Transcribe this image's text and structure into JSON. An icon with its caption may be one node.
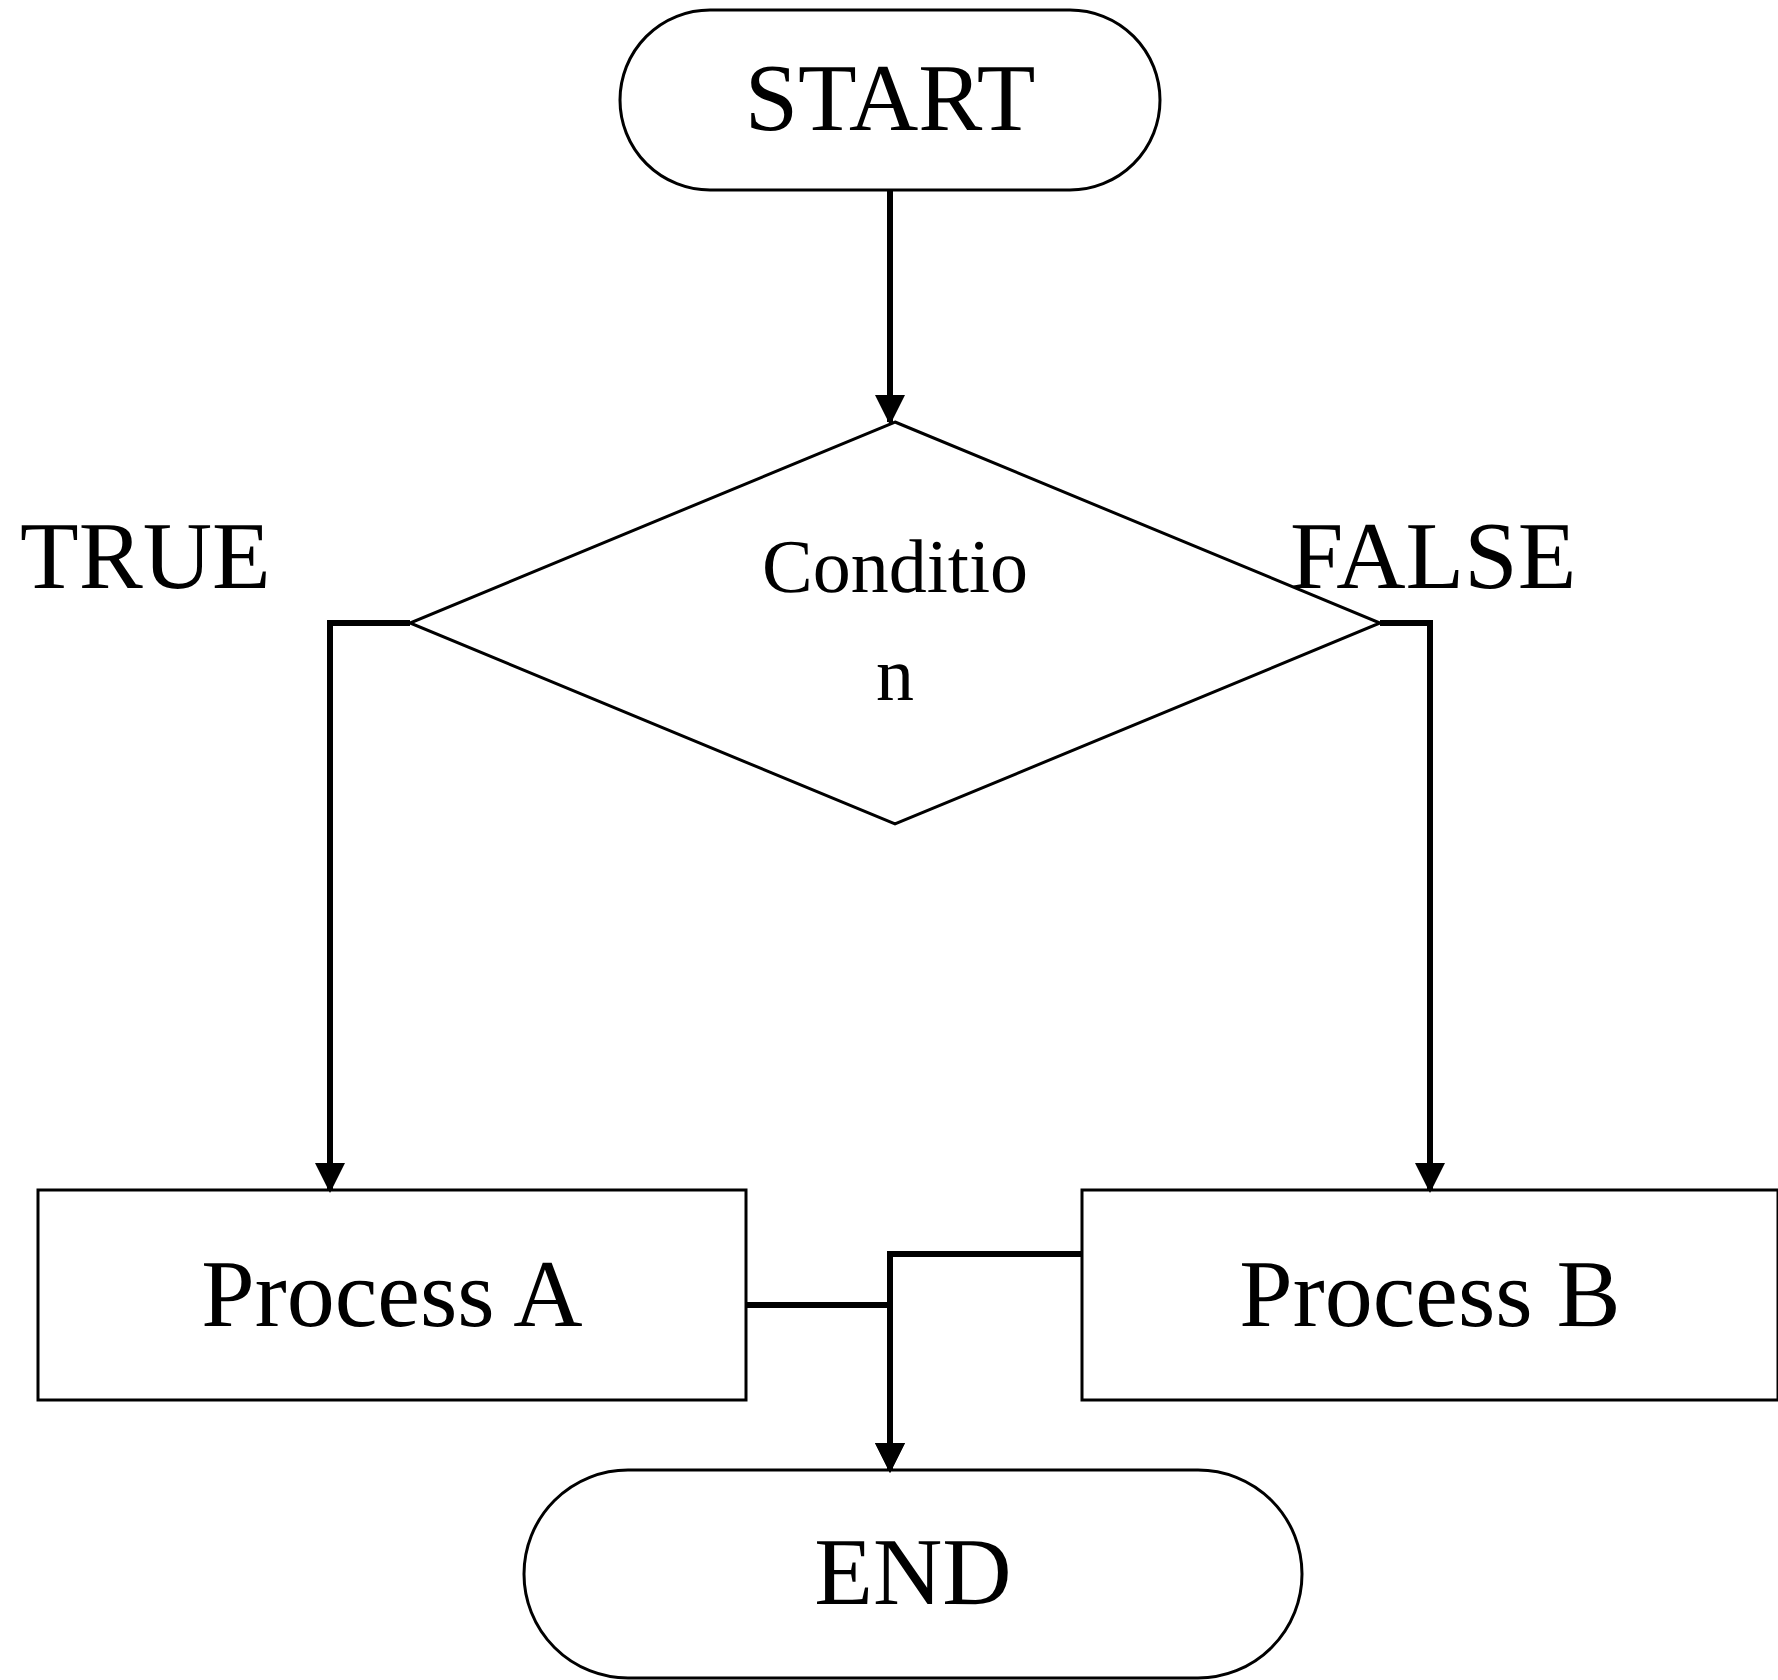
{
  "diagram": {
    "nodes": [
      {
        "text": [
          "START"
        ]
      },
      {
        "text": [
          "Conditio n"
        ]
      },
      {
        "text": [
          "Process A"
        ]
      },
      {
        "text": [
          "Process B"
        ]
      },
      {
        "text": [
          "END"
        ]
      }
    ],
    "edges": [
      {
        "from": 0,
        "to": 1,
        "arrow": "to"
      },
      {
        "from": 1,
        "to": 2,
        "arrow": "to",
        "label": "TRUE"
      },
      {
        "from": 1,
        "to": 3,
        "arrow": "to",
        "label": "FALSE"
      },
      {
        "from": 2,
        "to": 4,
        "arrow": "to"
      },
      {
        "from": 3,
        "to": 4,
        "arrow": "to"
      }
    ]
  }
}
